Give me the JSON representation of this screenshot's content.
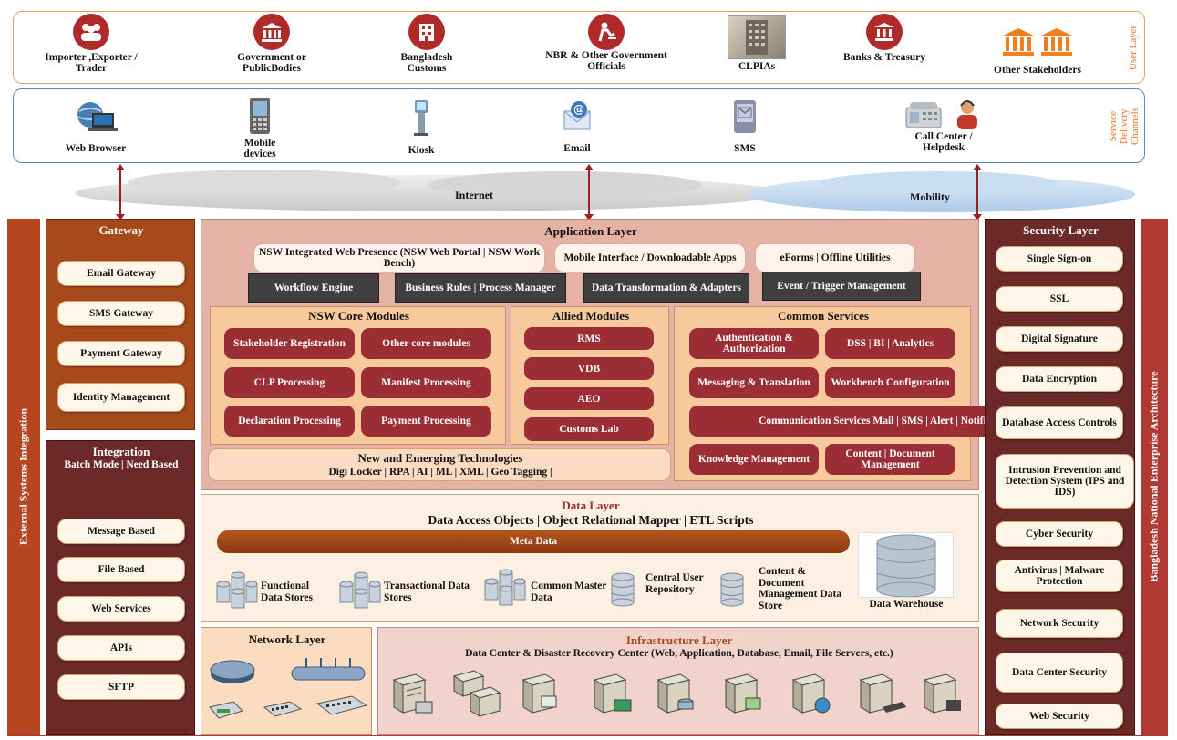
{
  "user_layer": {
    "label": "User Layer",
    "items": [
      {
        "label": "Importer ,Exporter / Trader"
      },
      {
        "label": "Government or PublicBodies"
      },
      {
        "label": "Bangladesh Customs"
      },
      {
        "label": "NBR & Other Government Officials"
      },
      {
        "label": "CLPIAs"
      },
      {
        "label": "Banks & Treasury"
      },
      {
        "label": "Other Stakeholders"
      }
    ]
  },
  "service_channels": {
    "label": "Service Delivery Channels",
    "items": [
      {
        "label": "Web Browser"
      },
      {
        "label": "Mobile devices"
      },
      {
        "label": "Kiosk"
      },
      {
        "label": "Email"
      },
      {
        "label": "SMS"
      },
      {
        "label": "Call Center / Helpdesk"
      }
    ]
  },
  "clouds": {
    "internet": "Internet",
    "mobility": "Mobility"
  },
  "left_bar": "External Systems Integration",
  "right_bar": "Bangladesh National Enterprise Architecture",
  "gateway": {
    "title": "Gateway",
    "items": [
      "Email Gateway",
      "SMS Gateway",
      "Payment Gateway",
      "Identity Management"
    ]
  },
  "integration": {
    "title": "Integration",
    "subtitle": "Batch Mode | Need Based",
    "items": [
      "Message Based",
      "File Based",
      "Web Services",
      "APIs",
      "SFTP"
    ]
  },
  "application_layer": {
    "title": "Application Layer",
    "top_pills": [
      "NSW Integrated Web Presence (NSW Web Portal | NSW Work Bench)",
      "Mobile Interface / Downloadable Apps",
      "eForms | Offline Utilities"
    ],
    "engines": [
      "Workflow Engine",
      "Business Rules | Process Manager",
      "Data Transformation & Adapters",
      "Event / Trigger Management"
    ],
    "core": {
      "title": "NSW Core Modules",
      "items": [
        "Stakeholder Registration",
        "Other core modules",
        "CLP Processing",
        "Manifest Processing",
        "Declaration Processing",
        "Payment Processing"
      ]
    },
    "allied": {
      "title": "Allied Modules",
      "items": [
        "RMS",
        "VDB",
        "AEO",
        "Customs Lab"
      ]
    },
    "common": {
      "title": "Common Services",
      "items": [
        "Authentication & Authorization",
        "DSS | BI | Analytics",
        "Messaging & Translation",
        "Workbench Configuration",
        "Communication Services Mail | SMS | Alert | Notification",
        "Knowledge Management",
        "Content | Document Management"
      ]
    },
    "emerging": {
      "title": "New and Emerging Technologies",
      "subtitle": "Digi Locker | RPA | AI | ML | XML | Geo Tagging |"
    }
  },
  "data_layer": {
    "title": "Data Layer",
    "subtitle": "Data Access Objects | Object Relational Mapper | ETL Scripts",
    "meta": "Meta Data",
    "stores": [
      "Functional Data Stores",
      "Transactional Data Stores",
      "Common Master Data",
      "Central User Repository",
      "Content & Document Management Data Store",
      "Data Warehouse"
    ]
  },
  "network_layer": {
    "title": "Network Layer"
  },
  "infra_layer": {
    "title": "Infrastructure Layer",
    "subtitle": "Data Center & Disaster Recovery Center (Web, Application, Database, Email, File Servers, etc.)"
  },
  "security_layer": {
    "title": "Security Layer",
    "items": [
      "Single Sign-on",
      "SSL",
      "Digital Signature",
      "Data Encryption",
      "Database Access Controls",
      "Intrusion Prevention and Detection System (IPS and IDS)",
      "Cyber Security",
      "Antivirus | Malware Protection",
      "Network Security",
      "Data Center Security",
      "Web Security"
    ]
  },
  "colors": {
    "accent": "#9b2d35",
    "panel": "#e9b7a8",
    "rust": "#b5461f",
    "dark": "#6b2a28"
  }
}
